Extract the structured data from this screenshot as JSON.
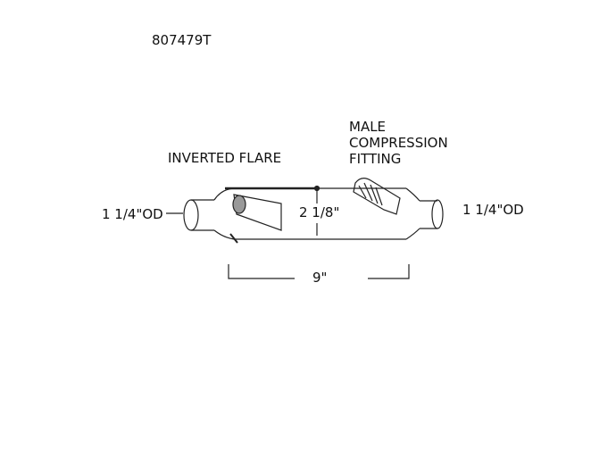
{
  "part_number": "807479T",
  "labels": {
    "inverted_flare": "INVERTED FLARE",
    "male_compression": [
      "MALE",
      "COMPRESSION",
      "FITTING"
    ],
    "left_od": "1 1/4\"OD",
    "right_od": "1 1/4\"OD",
    "diameter": "2 1/8\"",
    "length": "9\""
  }
}
